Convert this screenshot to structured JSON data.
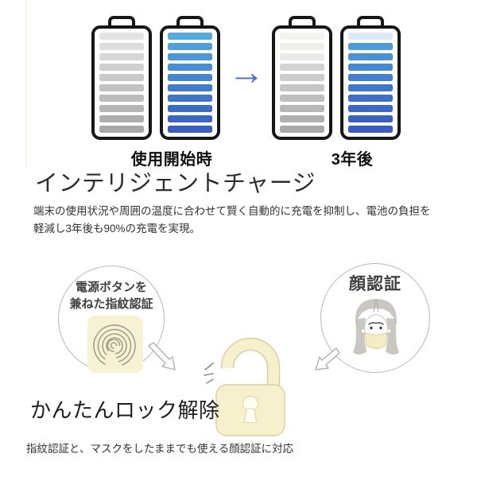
{
  "colors": {
    "arrow_blue": "#4a6fd2",
    "battery_outline": "#161616",
    "bubble_stroke": "#b8b8b6",
    "cream_fill": "#f6f0cc",
    "cream_stroke": "#d9d1a4",
    "fingerprint_pad": "#f8f2d4",
    "mask_fill": "#f4ecc2",
    "hair_gray": "#cac7c2"
  },
  "battery_section": {
    "arrow_icon": "→",
    "groups": [
      {
        "label": "使用開始時",
        "batteries": [
          {
            "name": "battery-normal-start",
            "bar_colors": [
              "#e3e3e3",
              "#dddddd",
              "#d7d7d7",
              "#d0d0d0",
              "#c9c9c9",
              "#c2c2c2",
              "#bcbcbc",
              "#b5b5b5",
              "#aeaeae",
              "#a8a8a8"
            ]
          },
          {
            "name": "battery-intelligent-start",
            "bar_colors": [
              "#56a9dc",
              "#51a0d8",
              "#4c97d5",
              "#488ed1",
              "#4585ce",
              "#427cca",
              "#3f74c7",
              "#3d6cc4",
              "#3b65c2",
              "#3a5ec0"
            ]
          }
        ]
      },
      {
        "label": "3年後",
        "batteries": [
          {
            "name": "battery-normal-3years",
            "bar_colors": [
              "#f3f3f1",
              "#efefed",
              "#eaeae8",
              "#d3d3d3",
              "#cccccc",
              "#c5c5c5",
              "#bebebe",
              "#b7b7b7",
              "#b0b0b0",
              "#a9a9a9"
            ]
          },
          {
            "name": "battery-intelligent-3years",
            "bar_colors": [
              "#dbe9f7",
              "#4e9bd7",
              "#4a92d3",
              "#4689d0",
              "#4380cc",
              "#4078c9",
              "#3e70c6",
              "#3c69c3",
              "#3b62c1",
              "#3a5cbf"
            ]
          }
        ]
      }
    ]
  },
  "intelligent_charge": {
    "title": "インテリジェントチャージ",
    "description": "端末の使用状況や周囲の温度に合わせて賢く自動的に充電を抑制し、電池の負担を軽減し3年後も90%の充電を実現。"
  },
  "easy_unlock": {
    "fingerprint_bubble_line1": "電源ボタンを",
    "fingerprint_bubble_line2": "兼ねた指紋認証",
    "face_bubble_label": "顔認証",
    "heading": "かんたんロック解除",
    "caption": "指紋認証と、マスクをしたままでも使える顔認証に対応"
  }
}
